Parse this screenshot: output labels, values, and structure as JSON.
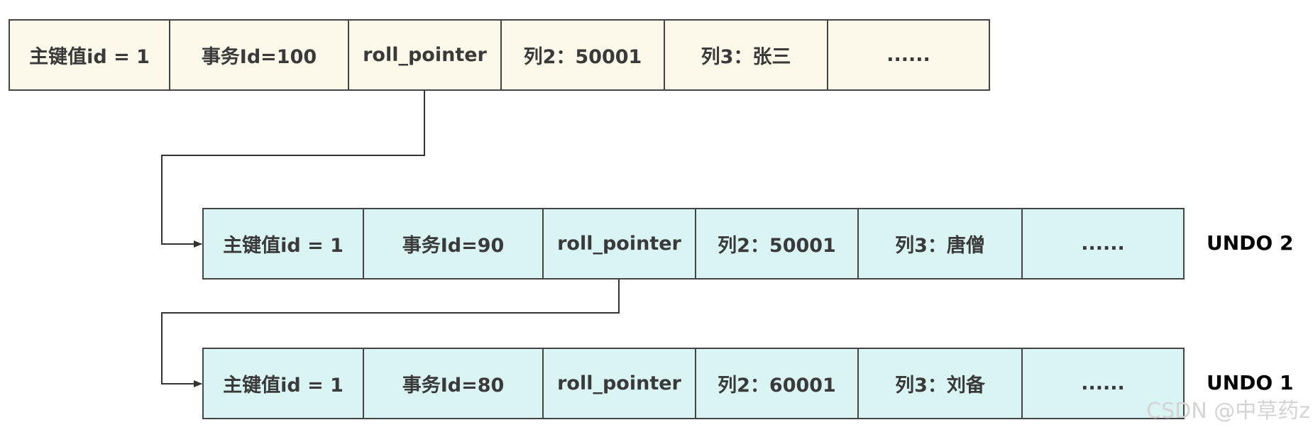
{
  "records": [
    {
      "id": "current",
      "label": "",
      "cells": [
        "主键值id = 1",
        "事务Id=100",
        "roll_pointer",
        "列2：50001",
        "列3：张三",
        "......"
      ]
    },
    {
      "id": "undo2",
      "label": "UNDO 2",
      "cells": [
        "主键值id = 1",
        "事务Id=90",
        "roll_pointer",
        "列2：50001",
        "列3：唐僧",
        "......"
      ]
    },
    {
      "id": "undo1",
      "label": "UNDO 1",
      "cells": [
        "主键值id = 1",
        "事务Id=80",
        "roll_pointer",
        "列2：60001",
        "列3：刘备",
        "......"
      ]
    }
  ],
  "watermark": "CSDN @中草药z",
  "colors": {
    "current_row_fill": "#fcf9ea",
    "undo_row_fill": "#d9f4f3",
    "border": "#444444",
    "connector": "#333333"
  }
}
